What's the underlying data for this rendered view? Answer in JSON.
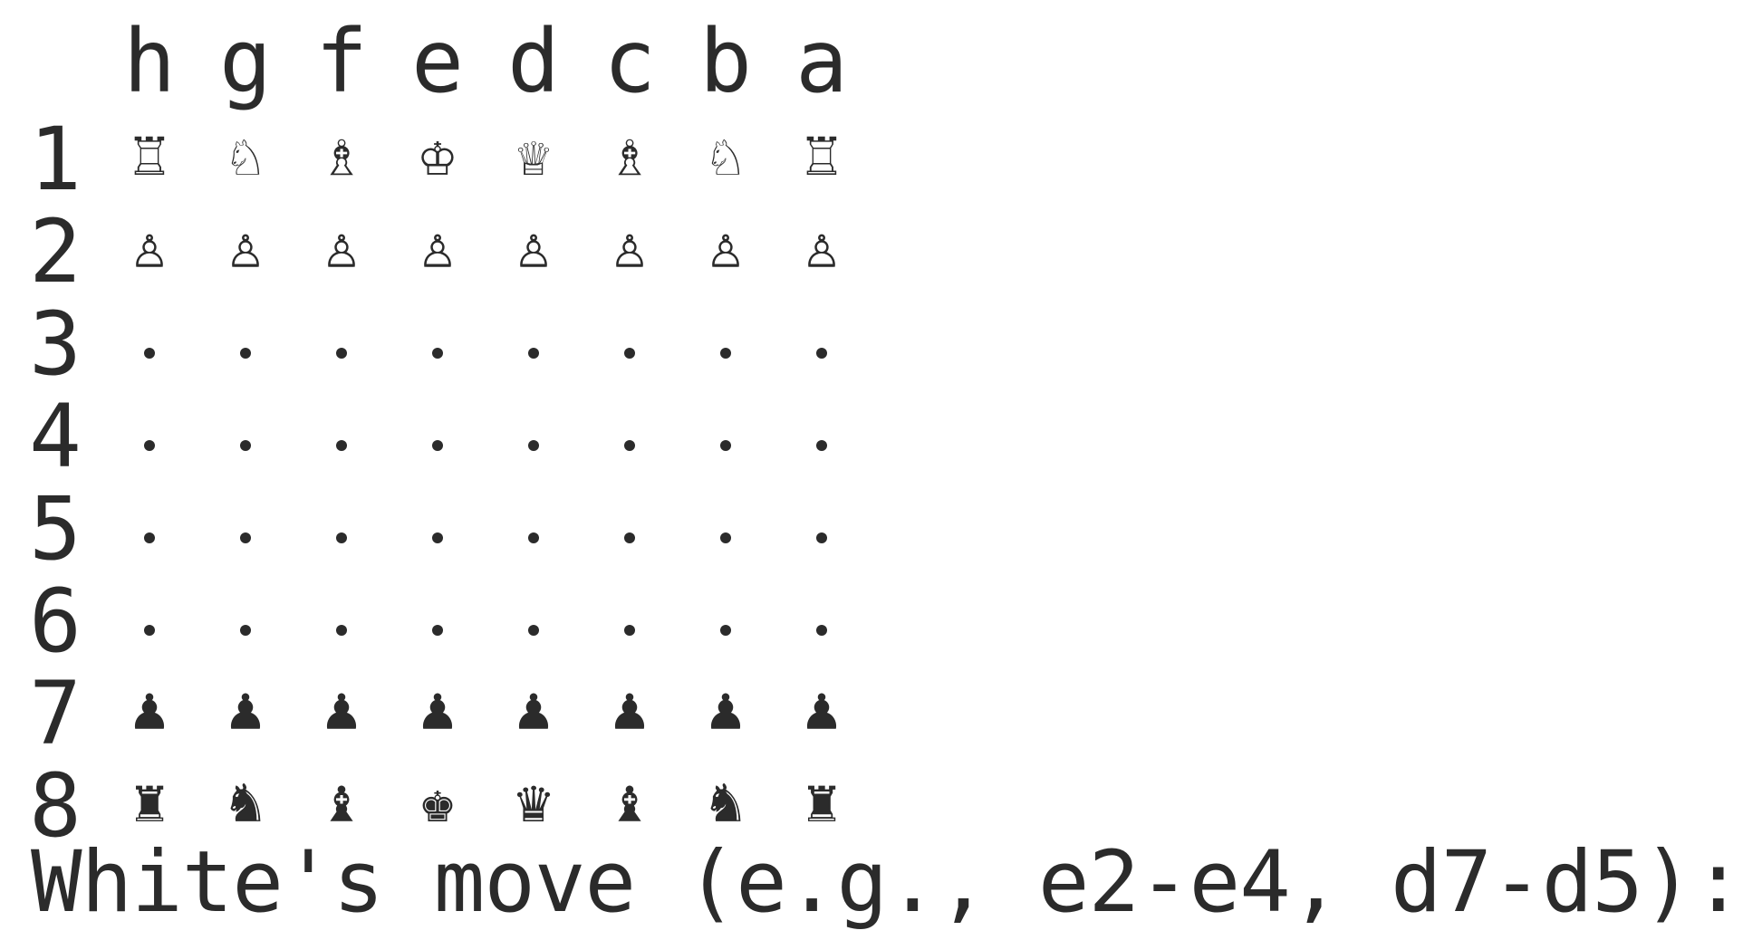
{
  "board": {
    "files": [
      "h",
      "g",
      "f",
      "e",
      "d",
      "c",
      "b",
      "a"
    ],
    "ranks": [
      {
        "label": "1",
        "cells": [
          "♖",
          "♘",
          "♗",
          "♔",
          "♕",
          "♗",
          "♘",
          "♖"
        ]
      },
      {
        "label": "2",
        "cells": [
          "♙",
          "♙",
          "♙",
          "♙",
          "♙",
          "♙",
          "♙",
          "♙"
        ]
      },
      {
        "label": "3",
        "cells": [
          ".",
          ".",
          ".",
          ".",
          ".",
          ".",
          ".",
          "."
        ]
      },
      {
        "label": "4",
        "cells": [
          ".",
          ".",
          ".",
          ".",
          ".",
          ".",
          ".",
          "."
        ]
      },
      {
        "label": "5",
        "cells": [
          ".",
          ".",
          ".",
          ".",
          ".",
          ".",
          ".",
          "."
        ]
      },
      {
        "label": "6",
        "cells": [
          ".",
          ".",
          ".",
          ".",
          ".",
          ".",
          ".",
          "."
        ]
      },
      {
        "label": "7",
        "cells": [
          "♟",
          "♟",
          "♟",
          "♟",
          "♟",
          "♟",
          "♟",
          "♟"
        ]
      },
      {
        "label": "8",
        "cells": [
          "♜",
          "♞",
          "♝",
          "♚",
          "♛",
          "♝",
          "♞",
          "♜"
        ]
      }
    ]
  },
  "prompt": {
    "text": "White's move (e.g., e2-e4, d7-d5):"
  },
  "colors": {
    "text": "#2b2b2b",
    "background": "#ffffff"
  }
}
